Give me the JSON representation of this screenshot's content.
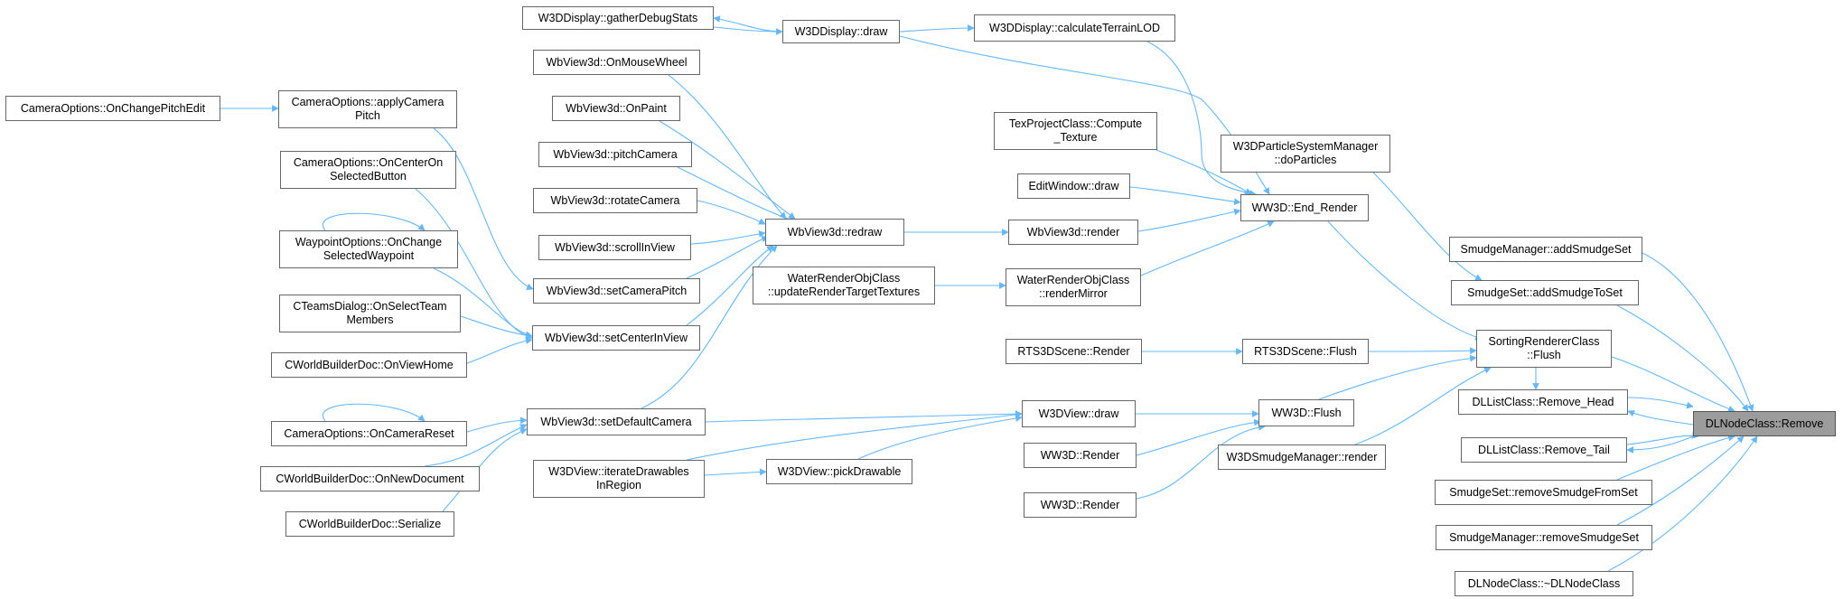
{
  "colors": {
    "edge": "#63b8ff",
    "node_border": "#666666",
    "root_fill": "#9c9c9c"
  },
  "nodes": [
    {
      "id": "w3dd_debug",
      "label": "W3DDisplay::gatherDebugStats"
    },
    {
      "id": "w3dd_draw",
      "label": "W3DDisplay::draw"
    },
    {
      "id": "w3dd_lod",
      "label": "W3DDisplay::calculateTerrainLOD"
    },
    {
      "id": "wbv_wheel",
      "label": "WbView3d::OnMouseWheel"
    },
    {
      "id": "cam_pitchedit",
      "label": "CameraOptions::OnChangePitchEdit"
    },
    {
      "id": "cam_apply",
      "label": "CameraOptions::applyCamera\nPitch"
    },
    {
      "id": "wbv_paint",
      "label": "WbView3d::OnPaint"
    },
    {
      "id": "texproj",
      "label": "TexProjectClass::Compute\n_Texture"
    },
    {
      "id": "w3dpsm",
      "label": "W3DParticleSystemManager\n::doParticles"
    },
    {
      "id": "wbv_pitch",
      "label": "WbView3d::pitchCamera"
    },
    {
      "id": "cam_center",
      "label": "CameraOptions::OnCenterOn\nSelectedButton"
    },
    {
      "id": "editwin",
      "label": "EditWindow::draw"
    },
    {
      "id": "wbv_rotate",
      "label": "WbView3d::rotateCamera"
    },
    {
      "id": "ww3d_end",
      "label": "WW3D::End_Render"
    },
    {
      "id": "wbv_redraw",
      "label": "WbView3d::redraw"
    },
    {
      "id": "wbv_render",
      "label": "WbView3d::render"
    },
    {
      "id": "wp_change",
      "label": "WaypointOptions::OnChange\nSelectedWaypoint"
    },
    {
      "id": "wbv_scroll",
      "label": "WbView3d::scrollInView"
    },
    {
      "id": "smudge_mgr_add",
      "label": "SmudgeManager::addSmudgeSet"
    },
    {
      "id": "water_upd",
      "label": "WaterRenderObjClass\n::updateRenderTargetTextures"
    },
    {
      "id": "water_mirror",
      "label": "WaterRenderObjClass\n::renderMirror"
    },
    {
      "id": "wbv_setpitch",
      "label": "WbView3d::setCameraPitch"
    },
    {
      "id": "smudge_set_add",
      "label": "SmudgeSet::addSmudgeToSet"
    },
    {
      "id": "teams",
      "label": "CTeamsDialog::OnSelectTeam\nMembers"
    },
    {
      "id": "sorting_flush",
      "label": "SortingRendererClass\n::Flush"
    },
    {
      "id": "wbv_setcenter",
      "label": "WbView3d::setCenterInView"
    },
    {
      "id": "rts_render",
      "label": "RTS3DScene::Render"
    },
    {
      "id": "rts_flush",
      "label": "RTS3DScene::Flush"
    },
    {
      "id": "wbdoc_home",
      "label": "CWorldBuilderDoc::OnViewHome"
    },
    {
      "id": "dll_remove_head",
      "label": "DLListClass::Remove_Head"
    },
    {
      "id": "ww3d_flush",
      "label": "WW3D::Flush"
    },
    {
      "id": "w3dview_draw",
      "label": "W3DView::draw"
    },
    {
      "id": "wbv_setdefault",
      "label": "WbView3d::setDefaultCamera"
    },
    {
      "id": "dlnode_remove",
      "label": "DLNodeClass::Remove"
    },
    {
      "id": "cam_reset",
      "label": "CameraOptions::OnCameraReset"
    },
    {
      "id": "ww3d_render1",
      "label": "WW3D::Render"
    },
    {
      "id": "w3dsmudge_render",
      "label": "W3DSmudgeManager::render"
    },
    {
      "id": "dll_remove_tail",
      "label": "DLListClass::Remove_Tail"
    },
    {
      "id": "w3dview_iter",
      "label": "W3DView::iterateDrawables\nInRegion"
    },
    {
      "id": "w3dview_pick",
      "label": "W3DView::pickDrawable"
    },
    {
      "id": "wbdoc_new",
      "label": "CWorldBuilderDoc::OnNewDocument"
    },
    {
      "id": "smudge_set_remove",
      "label": "SmudgeSet::removeSmudgeFromSet"
    },
    {
      "id": "wbdoc_serialize",
      "label": "CWorldBuilderDoc::Serialize"
    },
    {
      "id": "ww3d_render2",
      "label": "WW3D::Render"
    },
    {
      "id": "smudge_mgr_remove",
      "label": "SmudgeManager::removeSmudgeSet"
    },
    {
      "id": "dlnode_dtor",
      "label": "DLNodeClass::~DLNodeClass"
    }
  ]
}
